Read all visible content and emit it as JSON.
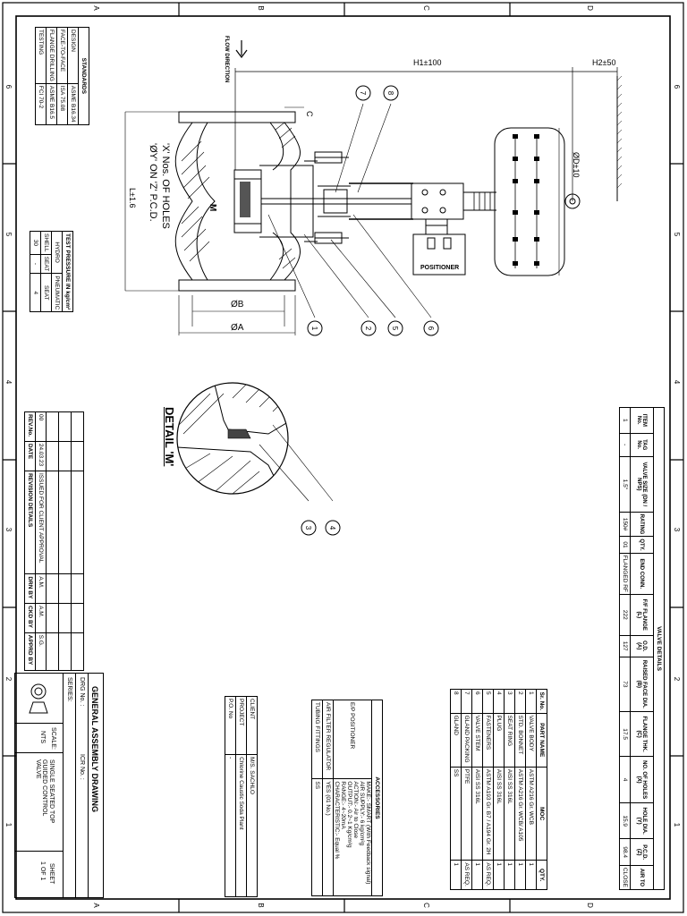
{
  "border": {
    "columns": [
      "A",
      "B",
      "C",
      "D"
    ],
    "rows": [
      "6",
      "5",
      "4",
      "3",
      "2",
      "1"
    ]
  },
  "standards": {
    "title": "STANDARDS",
    "rows": [
      [
        "DESIGN",
        "ASME B16.34"
      ],
      [
        "FACE-TO-FACE",
        "ISA 75.08"
      ],
      [
        "FLANGE DRILLING",
        "ASME B16.5"
      ],
      [
        "TESTING",
        "FCI 70-2"
      ]
    ]
  },
  "test_pressure": {
    "title": "TEST PRESSURE IN kg/cm²",
    "header": [
      "HYDRO",
      "PNEUMATIC"
    ],
    "subheader": [
      "SHELL",
      "SEAT",
      "SEAT"
    ],
    "values": [
      "30",
      "-",
      "4"
    ]
  },
  "revision": {
    "headers": [
      "REV.No.",
      "DATE",
      "REVISION DETAILS",
      "DRN BY",
      "CKD BY",
      "APPRD BY"
    ],
    "row": [
      "00",
      "24.03.23",
      "ISSUED FOR CLIENT APPROVAL",
      "A.M.",
      "A.M.",
      "S.G."
    ]
  },
  "drawing": {
    "flow_label": "FLOW DIRECTION",
    "h1": "H1±100",
    "h2": "H2±50",
    "od": "ØD±10",
    "c": "C",
    "l": "L±1.6",
    "holes_1": "'X' Nos. OF HOLES",
    "holes_2": "'ØY' ON 'Z' P.C.D.",
    "ob": "ØB",
    "oa": "ØA",
    "m": "M",
    "positioner": "POSITIONER",
    "detail_title": "DETAIL 'M'",
    "balloons": [
      "1",
      "2",
      "5",
      "6",
      "7",
      "8",
      "3",
      "4"
    ]
  },
  "valve_details": {
    "title": "VALVE DETAILS",
    "headers": [
      "ITEM No.",
      "TAG No.",
      "VALVE SIZE (DN / NPS)",
      "RATING",
      "QTY.",
      "END CONN.",
      "F/F FLANGE (L)",
      "O.D.(A)",
      "RAISED FACE DIA. (B)",
      "FLANGE THK. (C)",
      "NO. OF HOLES (X)",
      "HOLE DIA. (Y)",
      "P.C.D. (Z)",
      "AIR TO"
    ],
    "row": [
      "1",
      "-",
      "1.5\"",
      "150#",
      "01",
      "FLANGED RF",
      "222",
      "127",
      "73",
      "17.5",
      "4",
      "15.9",
      "98.4",
      "CLOSE"
    ]
  },
  "moc": {
    "headers": [
      "Sr. No.",
      "PART NAME",
      "MOC",
      "QTY."
    ],
    "rows": [
      [
        "1",
        "VALVE BODY",
        "ASTM A216 Gr. WCB",
        "1"
      ],
      [
        "2",
        "STD. BONNET",
        "ASTM A216 Gr. WCB/ A105",
        "1"
      ],
      [
        "3",
        "SEAT RING",
        "AISI SS 316L",
        "1"
      ],
      [
        "4",
        "PLUG",
        "AISI SS 316L",
        "1"
      ],
      [
        "5",
        "FASTENERS",
        "ASTM A193 Gr. B7 / A194 Gr. 2H",
        "AS REQ."
      ],
      [
        "6",
        "VALVE STEM",
        "AISI SS 316L",
        "1"
      ],
      [
        "7",
        "GLAND PACKING",
        "PTFE",
        "AS REQ."
      ],
      [
        "8",
        "GLAND",
        "SS",
        "1"
      ]
    ]
  },
  "accessories": {
    "title": "ACCESSORIES",
    "rows": [
      {
        "name": "E/P POSITIONER",
        "lines": [
          "MAKE:- SMART (With Feedback signal)",
          "AIR SUPPLY:- 6 kg/cm²g",
          "ACTION:- Air to Close",
          "OUTPUT:- 0.2~1 Kg/cm²g",
          "RANGE:- 4~20mA",
          "CHARACTERISTIC:- Equal %"
        ]
      },
      {
        "name": "AIR FILTER REGULATOR",
        "lines": [
          "YES (01 No.)"
        ]
      },
      {
        "name": "TUBING FITTINGS",
        "lines": [
          "SS"
        ]
      }
    ]
  },
  "client": {
    "rows": [
      [
        "CLIENT",
        "M/S. SACHLO"
      ],
      [
        "PROJECT",
        "Chlorine Caustic Soda Plant"
      ],
      [
        "P.O. No",
        "-"
      ]
    ]
  },
  "title_block": {
    "title": "GENERAL ASSEMBLY DRAWING",
    "drg_no": "DRG No. :",
    "icr_no": "ICR No. :",
    "series": "SERIES:",
    "scale": "SCALE:",
    "scale_value": "NTS",
    "description": [
      "SINGLE SEATED TOP",
      "GUIDED CONTROL",
      "VALVE"
    ],
    "sheet": "SHEET",
    "sheet_value": "1 OF 1"
  }
}
